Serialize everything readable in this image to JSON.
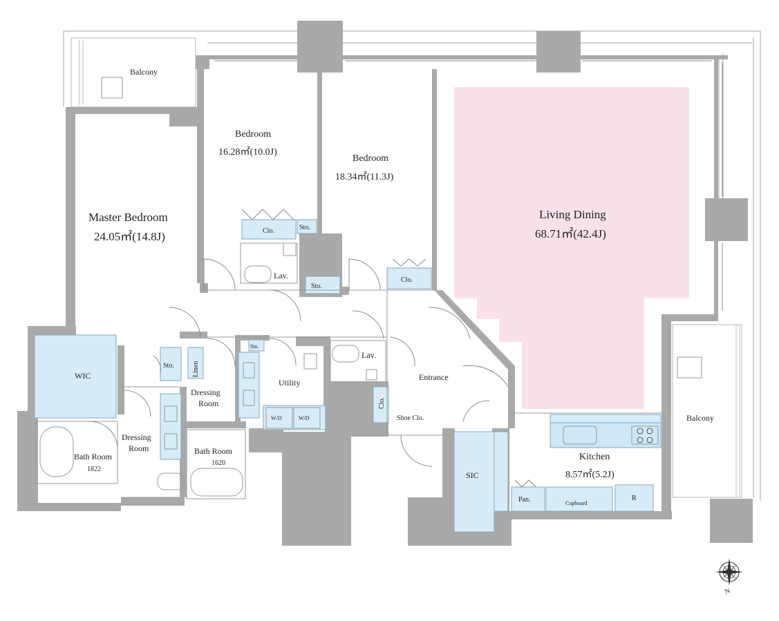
{
  "rooms": {
    "balcony_top_left": "Balcony",
    "bedroom_1": {
      "name": "Bedroom",
      "area": "16.28㎡(10.0J)"
    },
    "bedroom_2": {
      "name": "Bedroom",
      "area": "18.34㎡(11.3J)"
    },
    "master_bedroom": {
      "name": "Master Bedroom",
      "area": "24.05㎡(14.8J)"
    },
    "living_dining": {
      "name": "Living Dining",
      "area": "68.71㎡(42.4J)"
    },
    "kitchen": {
      "name": "Kitchen",
      "area": "8.57㎡(5.2J)"
    },
    "balcony_right": "Balcony",
    "entrance": "Entrance",
    "utility": "Utility",
    "wic": "WIC",
    "sic": "SIC",
    "dressing_room_1": {
      "line1": "Dressing",
      "line2": "Room"
    },
    "dressing_room_2": {
      "line1": "Dressing",
      "line2": "Room"
    },
    "bath_room_1": {
      "name": "Bath Room",
      "size": "1822"
    },
    "bath_room_2": {
      "name": "Bath Room",
      "size": "1620"
    }
  },
  "fixtures": {
    "clo_bedroom1": "Clo.",
    "sto_bedroom1": "Sto.",
    "lav_1": "Lav.",
    "sto_hall": "Sto.",
    "clo_bedroom2": "Clo.",
    "sto_master": "Sto.",
    "linen": "Linen",
    "sto_small": "Sto.",
    "lav_2": "Lav.",
    "wd_1": "W/D",
    "wd_2": "W/D",
    "clo_entrance": "Clo.",
    "shoe_clo": "Shoe Clo.",
    "pan": "Pan.",
    "cupboard": "Cupboard",
    "fridge": "R"
  },
  "compass": {
    "mark": "N"
  },
  "colors": {
    "wall": "#a9a9a9",
    "living_fill": "#f9e1ec",
    "fixture_fill": "#d7ecf7",
    "fixture_stroke": "#7fa7bf",
    "outline": "#9a9a9a"
  }
}
